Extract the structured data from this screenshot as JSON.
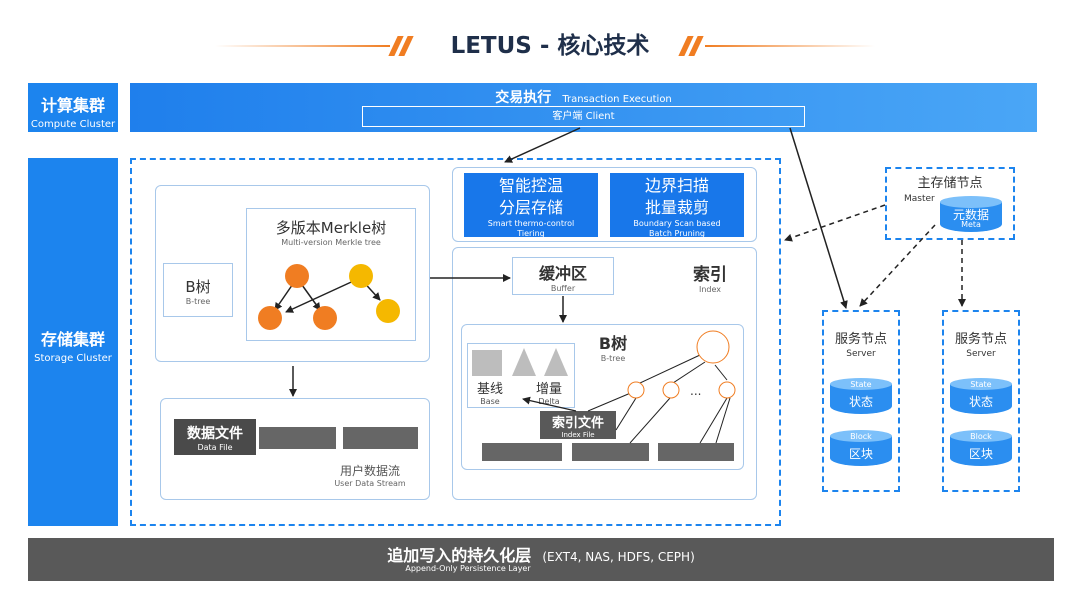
{
  "title": "LETUS - 核心技术",
  "compute_cluster": {
    "cn": "计算集群",
    "en": "Compute Cluster"
  },
  "storage_cluster": {
    "cn": "存储集群",
    "en": "Storage Cluster"
  },
  "transaction_execution": {
    "cn": "交易执行",
    "en": "Transaction Execution"
  },
  "client": {
    "cn": "客户端",
    "en": "Client",
    "label": "客户端  Client"
  },
  "btree_left": {
    "cn": "B树",
    "en": "B-tree"
  },
  "merkle": {
    "cn": "多版本Merkle树",
    "en": "Multi-version Merkle tree"
  },
  "data_file": {
    "cn": "数据文件",
    "en": "Data File"
  },
  "user_data_stream": {
    "cn": "用户数据流",
    "en": "User Data Stream"
  },
  "smart_tiering": {
    "cn1": "智能控温",
    "cn2": "分层存储",
    "en1": "Smart thermo-control",
    "en2": "Tiering"
  },
  "boundary_scan": {
    "cn1": "边界扫描",
    "cn2": "批量裁剪",
    "en1": "Boundary Scan based",
    "en2": "Batch Pruning"
  },
  "buffer": {
    "cn": "缓冲区",
    "en": "Buffer"
  },
  "index": {
    "cn": "索引",
    "en": "Index"
  },
  "btree_index": {
    "cn": "B树",
    "en": "B-tree"
  },
  "base": {
    "cn": "基线",
    "en": "Base"
  },
  "delta": {
    "cn": "增量",
    "en": "Delta"
  },
  "index_file": {
    "cn": "索引文件",
    "en": "Index File"
  },
  "ellipsis": "...",
  "master_node": {
    "cn": "主存储节点",
    "en": "Master"
  },
  "meta": {
    "cn": "元数据",
    "en": "Meta"
  },
  "server_node_1": {
    "cn": "服务节点",
    "en": "Server"
  },
  "server_node_2": {
    "cn": "服务节点",
    "en": "Server"
  },
  "state": {
    "cn": "状态",
    "en": "State"
  },
  "block": {
    "cn": "区块",
    "en": "Block"
  },
  "persistence": {
    "cn": "追加写入的持久化层",
    "fs": "(EXT4, NAS, HDFS, CEPH)",
    "en": "Append-Only Persistence Layer"
  },
  "colors": {
    "accent_orange": "#f07d22",
    "brand_blue": "#1c84ee",
    "dark_band": "#595959"
  }
}
